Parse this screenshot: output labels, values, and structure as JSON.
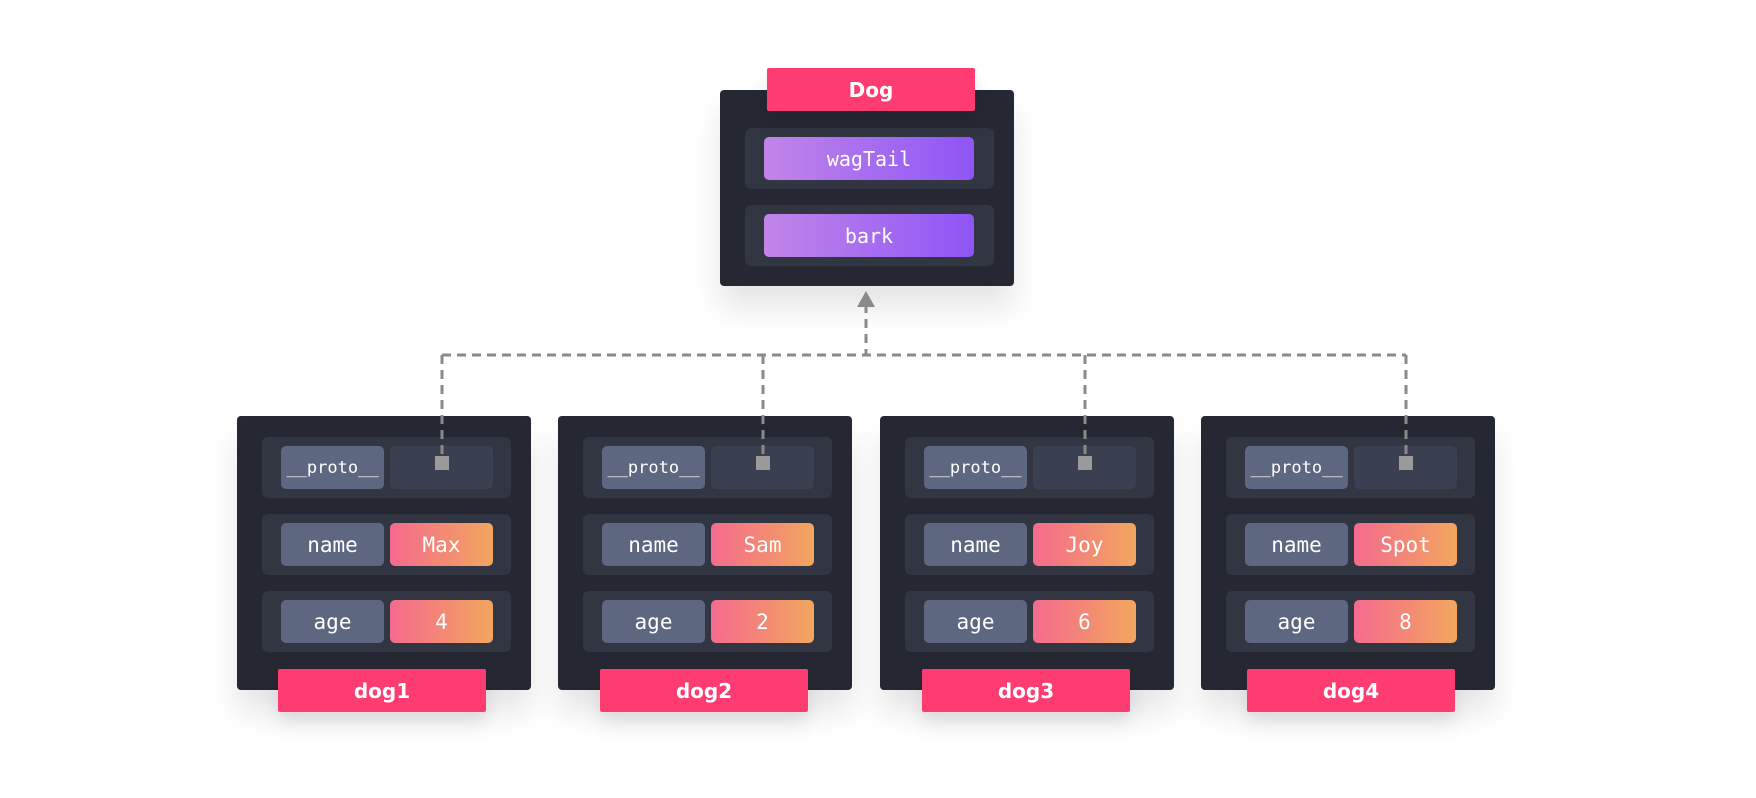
{
  "prototype": {
    "name": "Dog",
    "methods": [
      "wagTail",
      "bark"
    ]
  },
  "instances": [
    {
      "label": "dog1",
      "proto_key": "__proto__",
      "props": [
        {
          "key": "name",
          "value": "Max"
        },
        {
          "key": "age",
          "value": "4"
        }
      ]
    },
    {
      "label": "dog2",
      "proto_key": "__proto__",
      "props": [
        {
          "key": "name",
          "value": "Sam"
        },
        {
          "key": "age",
          "value": "2"
        }
      ]
    },
    {
      "label": "dog3",
      "proto_key": "__proto__",
      "props": [
        {
          "key": "name",
          "value": "Joy"
        },
        {
          "key": "age",
          "value": "6"
        }
      ]
    },
    {
      "label": "dog4",
      "proto_key": "__proto__",
      "props": [
        {
          "key": "name",
          "value": "Spot"
        },
        {
          "key": "age",
          "value": "8"
        }
      ]
    }
  ],
  "colors": {
    "panel": "#252833",
    "label": "#ff3c72",
    "key_chip": "#5e6780",
    "value_gradient_start": "#f56a8e",
    "value_gradient_end": "#f2a65e",
    "method_gradient_start": "#c185e8",
    "method_gradient_end": "#8e55f7",
    "connector": "#8a8a8a"
  }
}
